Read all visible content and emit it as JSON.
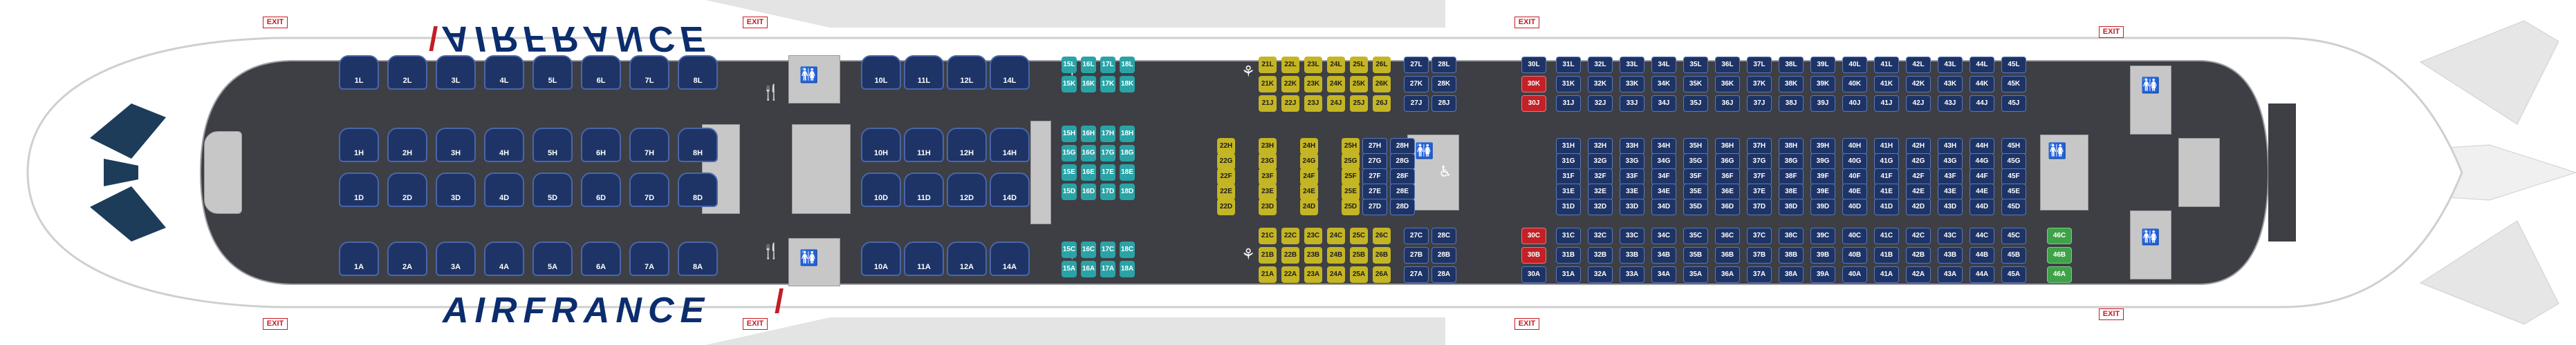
{
  "brand": {
    "name": "AIRFRANCE",
    "accent": "#c31d25",
    "navy": "#0b2d6e"
  },
  "exit_label": "EXIT",
  "cabins": [
    {
      "name": "business",
      "color": "#1e3466"
    },
    {
      "name": "premium-economy",
      "color": "#2aa3a6"
    },
    {
      "name": "economy-extra-legroom",
      "color": "#c4b524"
    },
    {
      "name": "economy",
      "color": "#1e3466"
    }
  ],
  "status_colors": {
    "blocked": "#c32127",
    "available-special": "#3fa248"
  },
  "business": {
    "upper": [
      "1L",
      "2L",
      "3L",
      "4L",
      "5L",
      "6L",
      "7L",
      "8L",
      "10L",
      "11L",
      "12L",
      "14L"
    ],
    "center_h": [
      "1H",
      "2H",
      "3H",
      "4H",
      "5H",
      "6H",
      "7H",
      "8H",
      "10H",
      "11H",
      "12H",
      "14H"
    ],
    "center_d": [
      "1D",
      "2D",
      "3D",
      "4D",
      "5D",
      "6D",
      "7D",
      "8D",
      "10D",
      "11D",
      "12D",
      "14D"
    ],
    "lower": [
      "1A",
      "2A",
      "3A",
      "4A",
      "5A",
      "6A",
      "7A",
      "8A",
      "10A",
      "11A",
      "12A",
      "14A"
    ]
  },
  "premium": {
    "cols": [
      "15",
      "16",
      "17",
      "18"
    ],
    "upper_rows": [
      "L",
      "K"
    ],
    "center_rows": [
      "H",
      "G",
      "E",
      "D"
    ],
    "lower_rows": [
      "C",
      "A"
    ]
  },
  "extra_legroom": {
    "cols": [
      "21",
      "22",
      "23",
      "24",
      "25",
      "26"
    ],
    "center_cols": [
      "22",
      "23",
      "24",
      "25"
    ],
    "upper_rows": [
      "L",
      "K",
      "J"
    ],
    "center_rows": [
      "H",
      "G",
      "F",
      "E",
      "D"
    ],
    "lower_rows": [
      "C",
      "B",
      "A"
    ]
  },
  "economy": {
    "aft_cols": [
      "31",
      "32",
      "33",
      "34",
      "35",
      "36",
      "37",
      "38",
      "39",
      "40",
      "41",
      "42",
      "43",
      "44",
      "45"
    ],
    "mid_cols": [
      "27",
      "28"
    ],
    "upper_rows": [
      "L",
      "K",
      "J"
    ],
    "center_rows": [
      "H",
      "G",
      "F",
      "E",
      "D"
    ],
    "lower_rows": [
      "C",
      "B",
      "A"
    ]
  }
}
